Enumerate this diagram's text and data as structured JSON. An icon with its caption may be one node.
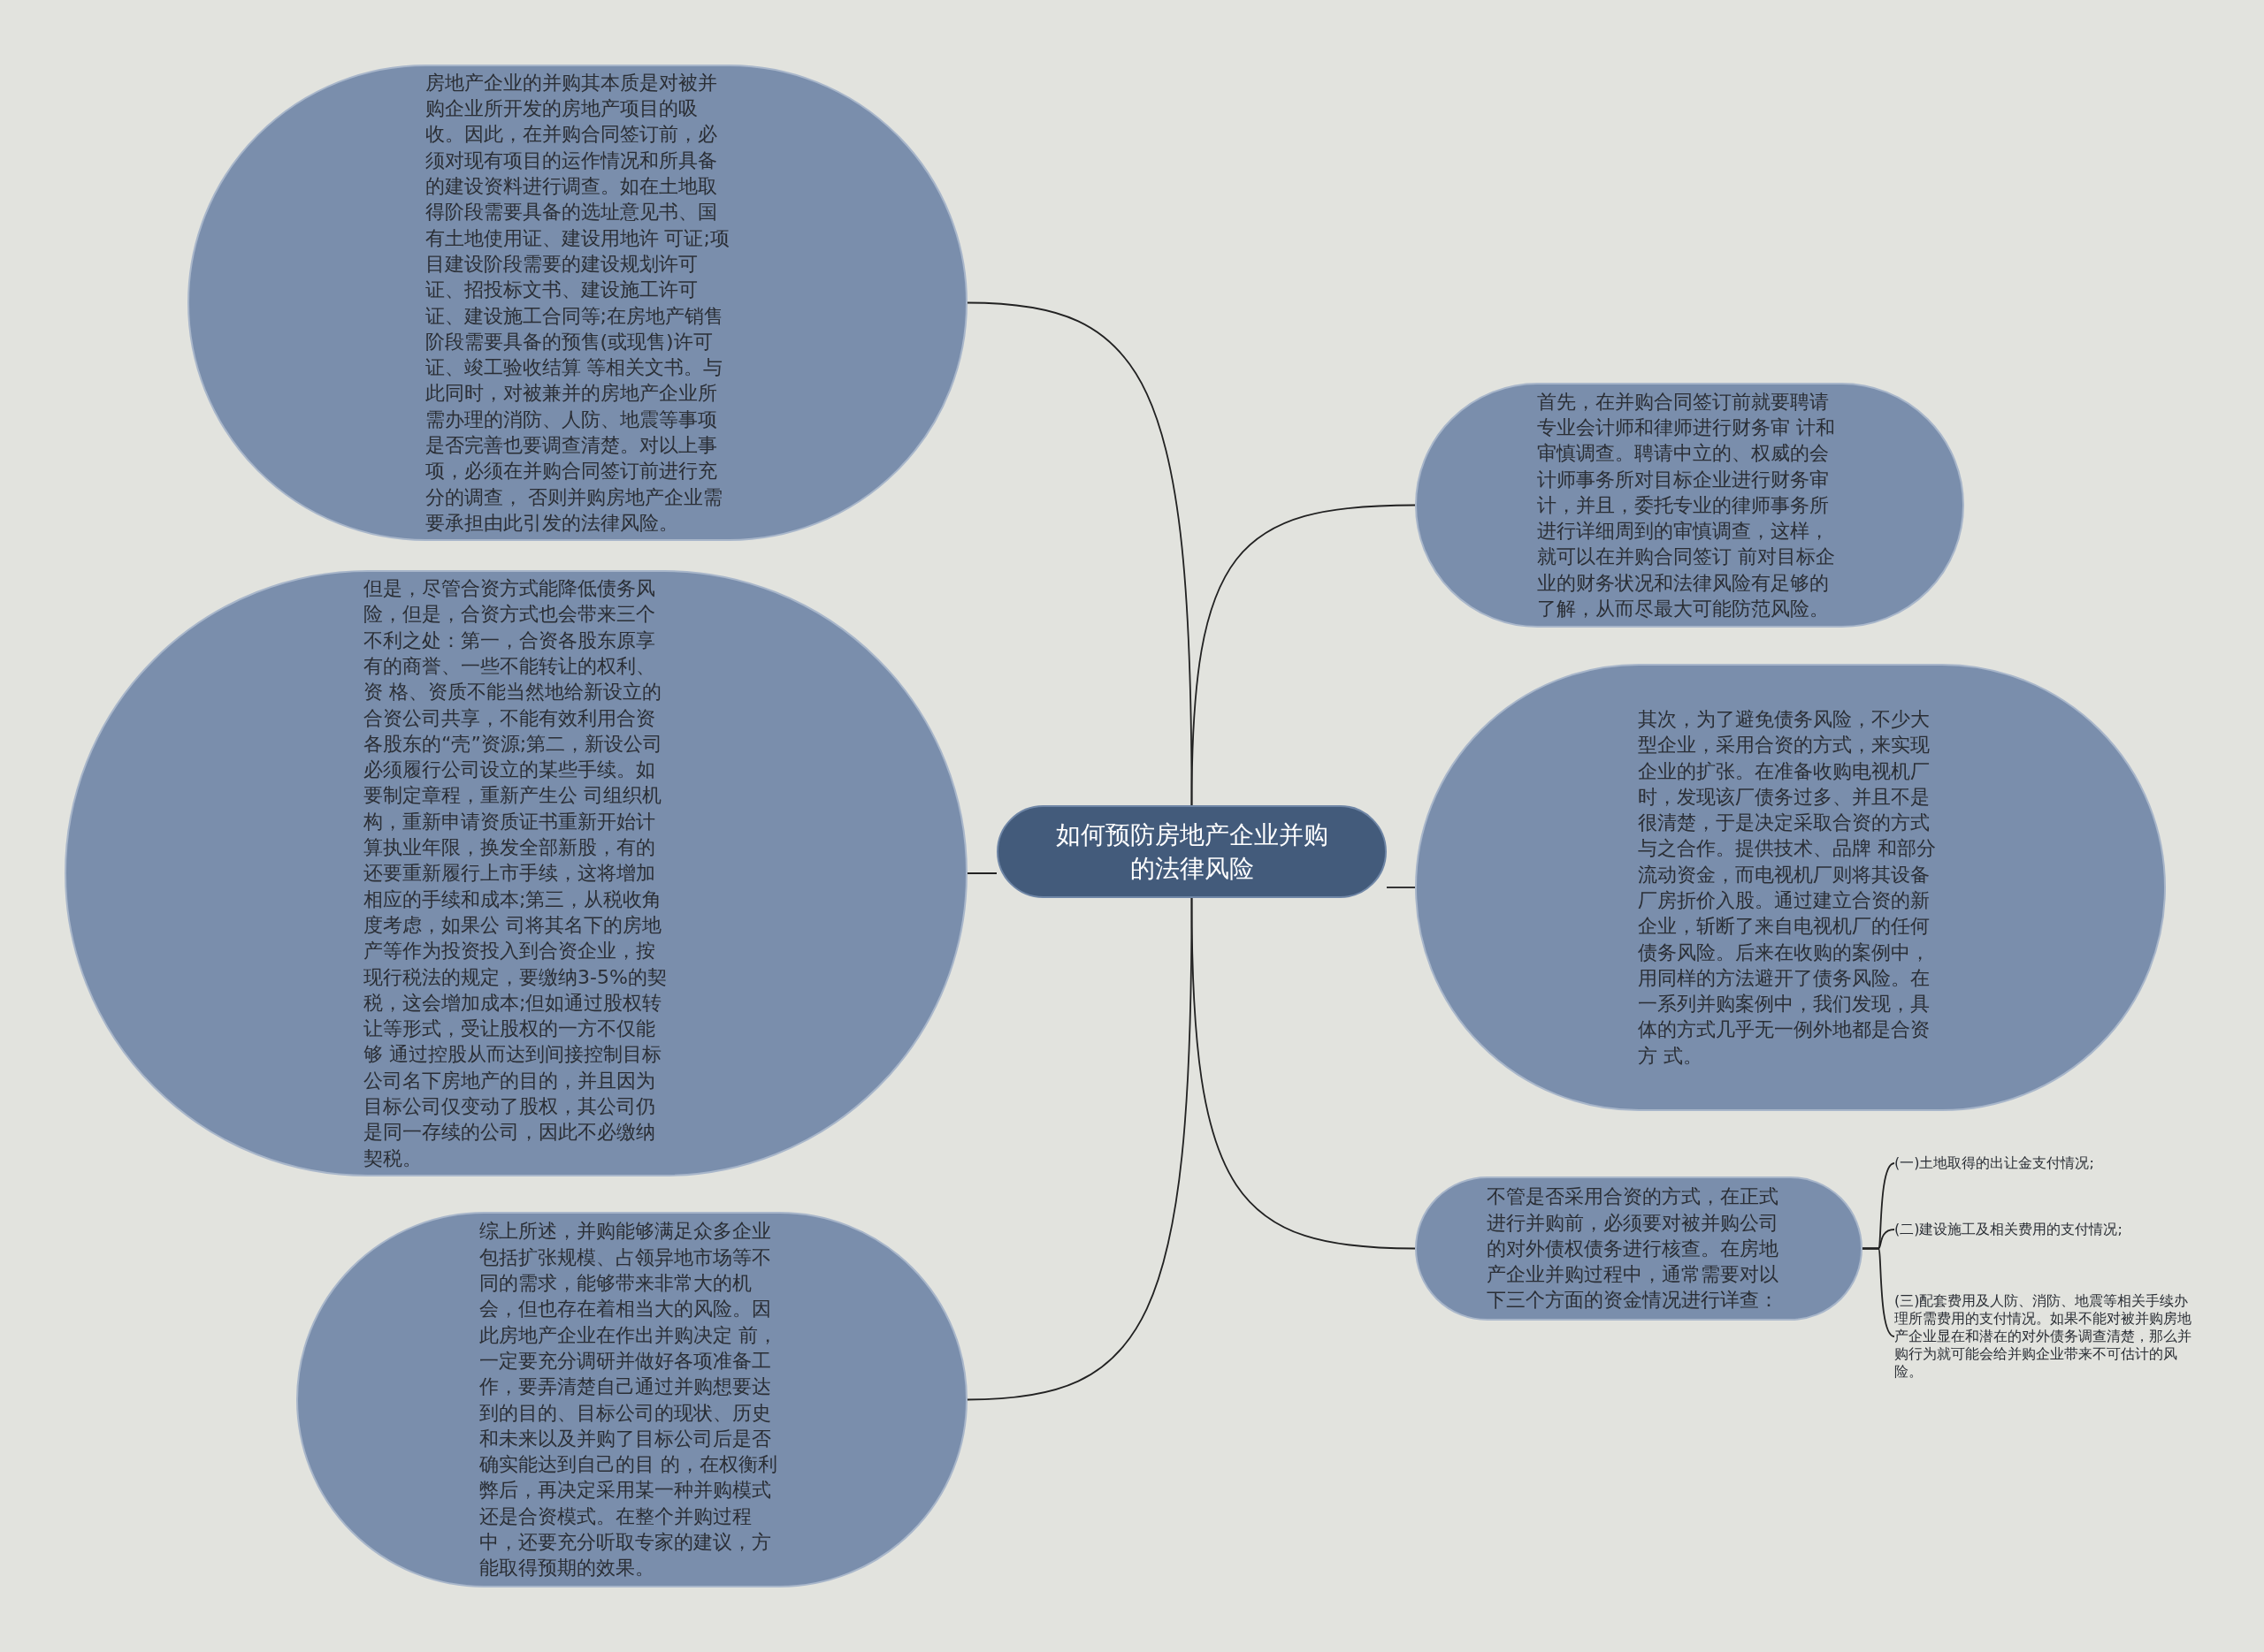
{
  "diagram": {
    "nodes": [
      {
        "text": [
          "如何预防房地产企业并购的法律风险"
        ]
      },
      {
        "text": [
          "房地产企业的并购其本质是对被并购企业所开发的房地产项目的吸收。因此，在并购合同签订前，必须对现有项目的运作情况和所具备的建设资料进行调查。如在土地取得阶段需要具备的选址意见书、国有土地使用证、建设用地许 可证;项目建设阶段需要的建设规划许可证、招投标文书、建设施工许可证、建设施工合同等;在房地产销售阶段需要具备的预售(或现售)许可证、竣工验收结算 等相关文书。与此同时，对被兼并的房地产企业所需办理的消防、人防、地震等事项是否完善也要调查清楚。对以上事项，必须在并购合同签订前进行充分的调查， 否则并购房地产企业需要承担由此引发的法律风险。"
        ]
      },
      {
        "text": [
          "但是，尽管合资方式能降低债务风险，但是，合资方式也会带来三个不利之处：第一，合资各股东原享有的商誉、一些不能转让的权利、资 格、资质不能当然地给新设立的合资公司共享，不能有效利用合资各股东的“壳”资源;第二，新设公司必须履行公司设立的某些手续。如要制定章程，重新产生公 司组织机构，重新申请资质证书重新开始计算执业年限，换发全部新股，有的还要重新履行上市手续，这将增加相应的手续和成本;第三，从税收角度考虑，如果公 司将其名下的房地产等作为投资投入到合资企业，按现行税法的规定，要缴纳3-5%的契税，这会增加成本;但如通过股权转让等形式，受让股权的一方不仅能够 通过控股从而达到间接控制目标公司名下房地产的目的，并且因为目标公司仅变动了股权，其公司仍是同一存续的公司，因此不必缴纳契税。"
        ]
      },
      {
        "text": [
          "综上所述，并购能够满足众多企业包括扩张规模、占领异地市场等不同的需求，能够带来非常大的机会，但也存在着相当大的风险。因此房地产企业在作出并购决定 前，一定要充分调研并做好各项准备工作，要弄清楚自己通过并购想要达到的目的、目标公司的现状、历史和未来以及并购了目标公司后是否确实能达到自己的目 的，在权衡利弊后，再决定采用某一种并购模式还是合资模式。在整个并购过程中，还要充分听取专家的建议，方能取得预期的效果。"
        ]
      },
      {
        "text": [
          "首先，在并购合同签订前就要聘请专业会计师和律师进行财务审 计和审慎调查。聘请中立的、权威的会计师事务所对目标企业进行财务审计，并且，委托专业的律师事务所进行详细周到的审慎调查，这样，就可以在并购合同签订 前对目标企业的财务状况和法律风险有足够的了解，从而尽最大可能防范风险。"
        ]
      },
      {
        "text": [
          "其次，为了避免债务风险，不少大型企业，采用合资的方式，来实现企业的扩张。在准备收购电视机厂时，发现该厂债务过多、并且不是很清楚，于是决定采取合资的方式与之合作。提供技术、品牌 和部分流动资金，而电视机厂则将其设备厂房折价入股。通过建立合资的新企业，斩断了来自电视机厂的任何债务风险。后来在收购的案例中，用同样的方法避开了债务风险。在一系列并购案例中，我们发现，具体的方式几乎无一例外地都是合资方 式。"
        ]
      },
      {
        "text": [
          "不管是否采用合资的方式，在正式进行并购前，必须要对被并购公司的对外债权债务进行核查。在房地产企业并购过程中，通常需要对以下三个方面的资金情况进行详查："
        ]
      },
      {
        "text": [
          "(一)土地取得的出让金支付情况;"
        ]
      },
      {
        "text": [
          "(二)建设施工及相关费用的支付情况;"
        ]
      },
      {
        "text": [
          "(三)配套费用及人防、消防、地震等相关手续办理所需费用的支付情况。如果不能对被并购房地产企业显在和潜在的对外债务调查清楚，那么并购行为就可能会给并购企业带来不可估计的风险。"
        ]
      }
    ],
    "edges": [
      {
        "from": 0,
        "to": 1,
        "arrow": "none"
      },
      {
        "from": 0,
        "to": 2,
        "arrow": "none"
      },
      {
        "from": 0,
        "to": 3,
        "arrow": "none"
      },
      {
        "from": 0,
        "to": 4,
        "arrow": "none"
      },
      {
        "from": 0,
        "to": 5,
        "arrow": "none"
      },
      {
        "from": 0,
        "to": 6,
        "arrow": "none"
      },
      {
        "from": 6,
        "to": 7,
        "arrow": "none"
      },
      {
        "from": 6,
        "to": 8,
        "arrow": "none"
      },
      {
        "from": 6,
        "to": 9,
        "arrow": "none"
      }
    ]
  }
}
